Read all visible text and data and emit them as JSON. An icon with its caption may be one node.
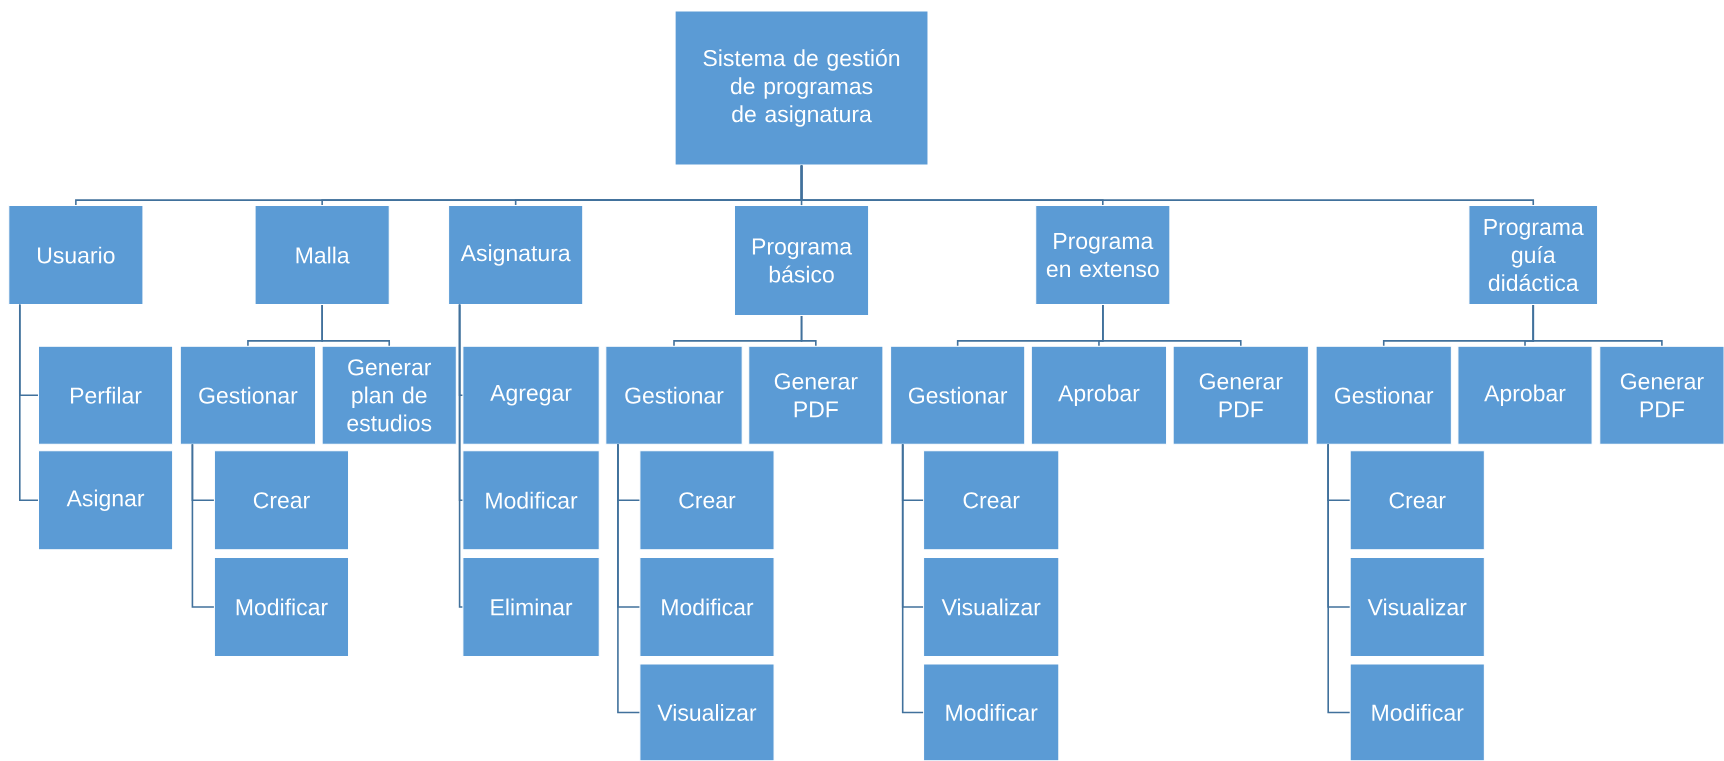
{
  "diagram": {
    "nodes": [
      {
        "text": [
          "Sistema de gestión de programas de asignatura"
        ]
      },
      {
        "text": [
          "Usuario"
        ]
      },
      {
        "text": [
          "Malla"
        ]
      },
      {
        "text": [
          "Asignatura"
        ]
      },
      {
        "text": [
          "Programa básico"
        ]
      },
      {
        "text": [
          "Programa en extenso"
        ]
      },
      {
        "text": [
          "Programa guía didáctica"
        ]
      },
      {
        "text": [
          "Perfilar"
        ]
      },
      {
        "text": [
          "Asignar"
        ]
      },
      {
        "text": [
          "Gestionar"
        ]
      },
      {
        "text": [
          "Generar plan de estudios"
        ]
      },
      {
        "text": [
          "Crear"
        ]
      },
      {
        "text": [
          "Modificar"
        ]
      },
      {
        "text": [
          "Agregar"
        ]
      },
      {
        "text": [
          "Modificar"
        ]
      },
      {
        "text": [
          "Eliminar"
        ]
      },
      {
        "text": [
          "Gestionar"
        ]
      },
      {
        "text": [
          "Generar PDF"
        ]
      },
      {
        "text": [
          "Crear"
        ]
      },
      {
        "text": [
          "Modificar"
        ]
      },
      {
        "text": [
          "Visualizar"
        ]
      },
      {
        "text": [
          "Gestionar"
        ]
      },
      {
        "text": [
          "Aprobar"
        ]
      },
      {
        "text": [
          "Generar PDF"
        ]
      },
      {
        "text": [
          "Crear"
        ]
      },
      {
        "text": [
          "Visualizar"
        ]
      },
      {
        "text": [
          "Modificar"
        ]
      },
      {
        "text": [
          "Gestionar"
        ]
      },
      {
        "text": [
          "Aprobar"
        ]
      },
      {
        "text": [
          "Generar PDF"
        ]
      },
      {
        "text": [
          "Crear"
        ]
      },
      {
        "text": [
          "Visualizar"
        ]
      },
      {
        "text": [
          "Modificar"
        ]
      }
    ],
    "edges": [
      {
        "from": 0,
        "to": 1,
        "arrow": "none"
      },
      {
        "from": 0,
        "to": 2,
        "arrow": "none"
      },
      {
        "from": 0,
        "to": 3,
        "arrow": "none"
      },
      {
        "from": 0,
        "to": 4,
        "arrow": "none"
      },
      {
        "from": 0,
        "to": 5,
        "arrow": "none"
      },
      {
        "from": 0,
        "to": 6,
        "arrow": "none"
      },
      {
        "from": 1,
        "to": 7,
        "arrow": "none"
      },
      {
        "from": 1,
        "to": 8,
        "arrow": "none"
      },
      {
        "from": 2,
        "to": 9,
        "arrow": "none"
      },
      {
        "from": 2,
        "to": 10,
        "arrow": "none"
      },
      {
        "from": 9,
        "to": 11,
        "arrow": "none"
      },
      {
        "from": 9,
        "to": 12,
        "arrow": "none"
      },
      {
        "from": 3,
        "to": 13,
        "arrow": "none"
      },
      {
        "from": 3,
        "to": 14,
        "arrow": "none"
      },
      {
        "from": 3,
        "to": 15,
        "arrow": "none"
      },
      {
        "from": 4,
        "to": 16,
        "arrow": "none"
      },
      {
        "from": 4,
        "to": 17,
        "arrow": "none"
      },
      {
        "from": 16,
        "to": 18,
        "arrow": "none"
      },
      {
        "from": 16,
        "to": 19,
        "arrow": "none"
      },
      {
        "from": 16,
        "to": 20,
        "arrow": "none"
      },
      {
        "from": 5,
        "to": 21,
        "arrow": "none"
      },
      {
        "from": 5,
        "to": 22,
        "arrow": "none"
      },
      {
        "from": 5,
        "to": 23,
        "arrow": "none"
      },
      {
        "from": 21,
        "to": 24,
        "arrow": "none"
      },
      {
        "from": 21,
        "to": 25,
        "arrow": "none"
      },
      {
        "from": 21,
        "to": 26,
        "arrow": "none"
      },
      {
        "from": 6,
        "to": 27,
        "arrow": "none"
      },
      {
        "from": 6,
        "to": 28,
        "arrow": "none"
      },
      {
        "from": 6,
        "to": 29,
        "arrow": "none"
      },
      {
        "from": 27,
        "to": 30,
        "arrow": "none"
      },
      {
        "from": 27,
        "to": 31,
        "arrow": "none"
      },
      {
        "from": 27,
        "to": 32,
        "arrow": "none"
      }
    ]
  }
}
